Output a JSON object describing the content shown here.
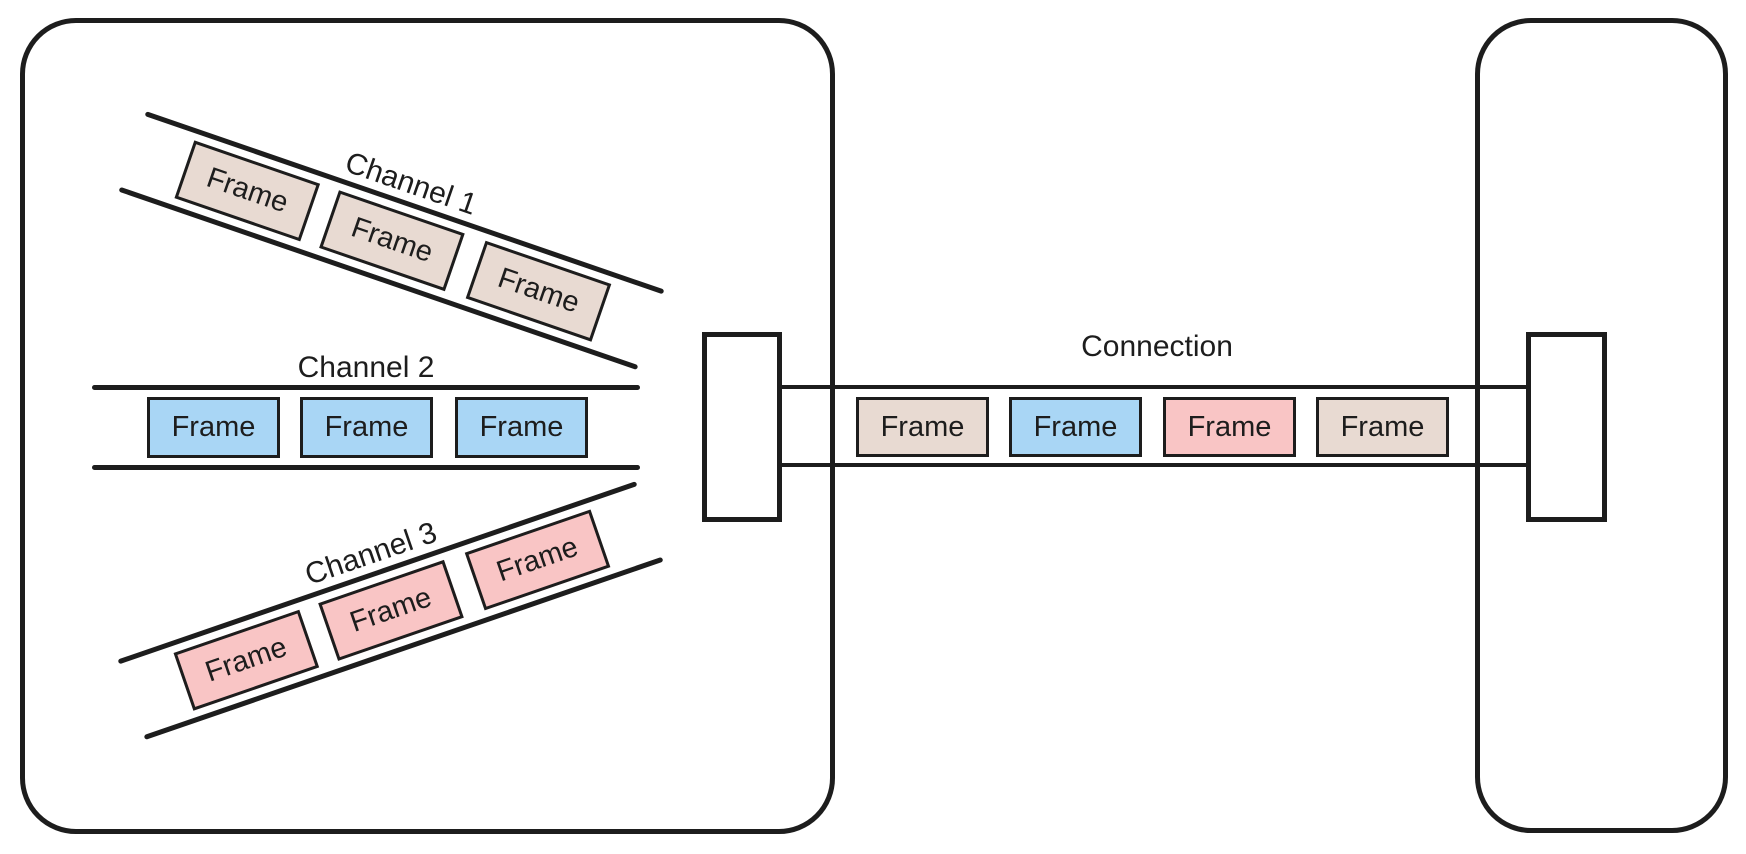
{
  "diagram": {
    "kind": "channel-multiplexing-diagram",
    "colors": {
      "stroke": "#1d1d1d",
      "frame_tan": "#e8dad2",
      "frame_blue": "#a9d6f5",
      "frame_pink": "#f9c5c5"
    },
    "left_device": {
      "channels": [
        {
          "label": "Channel 1",
          "frames": [
            "Frame",
            "Frame",
            "Frame"
          ],
          "frame_color": "#e8dad2"
        },
        {
          "label": "Channel 2",
          "frames": [
            "Frame",
            "Frame",
            "Frame"
          ],
          "frame_color": "#a9d6f5"
        },
        {
          "label": "Channel 3",
          "frames": [
            "Frame",
            "Frame",
            "Frame"
          ],
          "frame_color": "#f9c5c5"
        }
      ]
    },
    "connection": {
      "label": "Connection",
      "frames": [
        {
          "label": "Frame",
          "color": "#e8dad2"
        },
        {
          "label": "Frame",
          "color": "#a9d6f5"
        },
        {
          "label": "Frame",
          "color": "#f9c5c5"
        },
        {
          "label": "Frame",
          "color": "#e8dad2"
        }
      ]
    }
  }
}
